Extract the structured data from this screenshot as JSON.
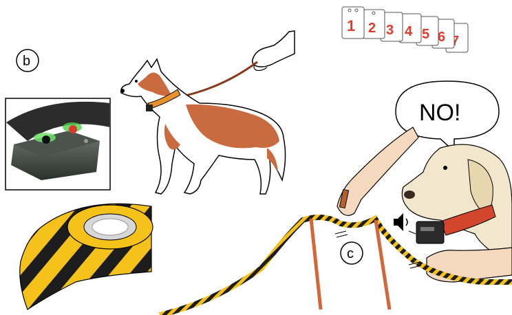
{
  "labels": {
    "b": "b",
    "c": "c"
  },
  "speech": "NO!",
  "calendar_pages": [
    "1",
    "2",
    "3",
    "4",
    "5",
    "6",
    "7"
  ],
  "colors": {
    "dog_coat": "#c96a3f",
    "collar_orange": "#e8912a",
    "collar_red": "#d2462c",
    "tape_yellow": "#f5c21b",
    "tape_black": "#1d1d1d",
    "calendar_number": "#e23b2e",
    "led_green": "#4fcf4a",
    "led_red": "#d83a2e",
    "post_orange": "#d4673a"
  },
  "icons": [
    "hand-icon",
    "leash-icon",
    "speaker-icon",
    "remote-transmitter-icon"
  ]
}
